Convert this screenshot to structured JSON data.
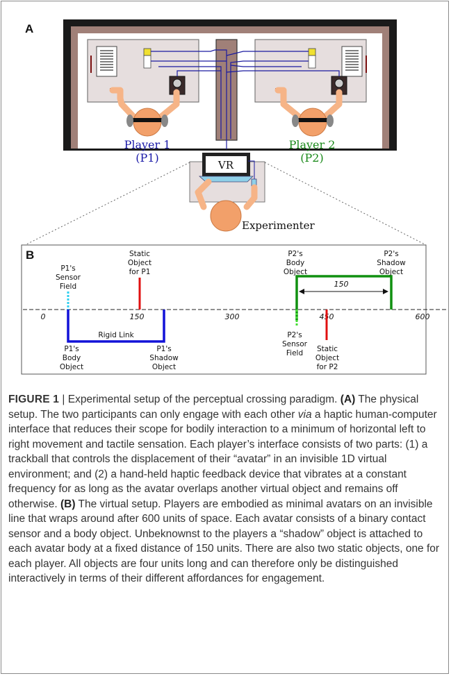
{
  "panel_a": {
    "label": "A",
    "player1_name": "Player 1",
    "player1_abbr": "(P1)",
    "player2_name": "Player 2",
    "player2_abbr": "(P2)",
    "monitor_text": "VR",
    "experimenter": "Experimenter"
  },
  "panel_b": {
    "label": "B",
    "tick_labels": [
      "0",
      "150",
      "300",
      "450",
      "600"
    ],
    "p1_sensor": [
      "P1's",
      "Sensor",
      "Field"
    ],
    "static_p1": [
      "Static",
      "Object",
      "for P1"
    ],
    "p2_body": [
      "P2's",
      "Body",
      "Object"
    ],
    "p2_shadow": [
      "P2's",
      "Shadow",
      "Object"
    ],
    "distance": "150",
    "rigid_link": "Rigid Link",
    "p1_body": [
      "P1's",
      "Body",
      "Object"
    ],
    "p1_shadow": [
      "P1's",
      "Shadow",
      "Object"
    ],
    "p2_sensor": [
      "P2's",
      "Sensor",
      "Field"
    ],
    "static_p2": [
      "Static",
      "Object",
      "for P2"
    ]
  },
  "caption": {
    "figure_label": "FIGURE 1",
    "separator": "|",
    "title": "Experimental setup of the perceptual crossing paradigm.",
    "a_label": "(A)",
    "a_text_1": "The physical setup. The two participants can only engage with each other",
    "a_via": "via",
    "a_text_2": "a haptic human-computer interface that reduces their scope for bodily interaction to a minimum of horizontal left to right movement and tactile sensation. Each player’s interface consists of two parts: (1) a trackball that controls the displacement of their “avatar” in an invisible 1D virtual environment; and (2) a hand-held haptic feedback device that vibrates at a constant frequency for as long as the avatar overlaps another virtual object and remains off otherwise.",
    "b_label": "(B)",
    "b_text": "The virtual setup. Players are embodied as minimal avatars on an invisible line that wraps around after 600 units of space. Each avatar consists of a binary contact sensor and a body object. Unbeknownst to the players a “shadow” object is attached to each avatar body at a fixed distance of 150 units. There are also two static objects, one for each player. All objects are four units long and can therefore only be distinguished interactively in terms of their different affordances for engagement."
  },
  "colors": {
    "wall": "#1a1a1a",
    "room": "#a08078",
    "desk": "#e6dede",
    "skin": "#f6b487",
    "head": "#f2a06a",
    "player1": "#1a1aa8",
    "player2": "#1a8a1a",
    "p1_body_line": "#1212d8",
    "p2_body_line": "#109010",
    "static_red": "#e01010",
    "p1_sensor": "#30d0f0",
    "p2_sensor": "#44dd33"
  }
}
